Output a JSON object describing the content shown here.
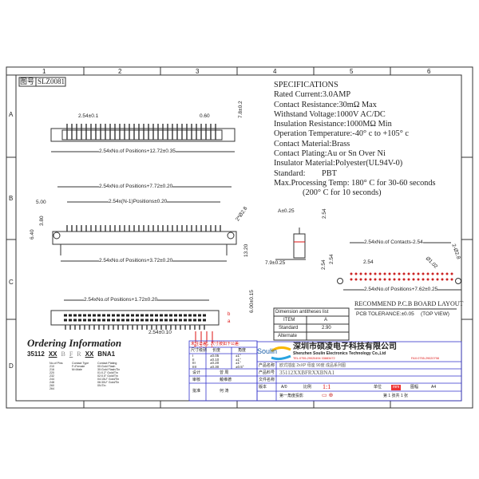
{
  "frame": {
    "columns": [
      "1",
      "2",
      "3",
      "4",
      "5",
      "6"
    ],
    "rows": [
      "A",
      "B",
      "C",
      "D"
    ],
    "drawing_no_label": "图号",
    "drawing_no": "SLZ0081"
  },
  "top_view": {
    "pitch": "2.54±0.1",
    "pin_width": "0.60",
    "height": "7.8±0.2",
    "length": "2.54xNo.of  Positions+12.72±0.35"
  },
  "front_view": {
    "overall": "2.54xNo.of  Positions+7.72±0.20",
    "pins_span": "2.54x(N-1)Positions±0.20",
    "offset": "5.00",
    "h1": "3.80",
    "h2": "6.40",
    "hole": "2*Ø2.8",
    "height": "13.20",
    "base": "2.54xNo.of  Positions+3.72±0.20"
  },
  "bottom_view": {
    "length": "2.54xNo.of  Positions+1.72±0.20",
    "depth": "6.00±0.15",
    "pitch": "2.54±0.10",
    "row_b": "b",
    "row_a": "a",
    "pin_numbers": [
      "4",
      "3",
      "2",
      "1"
    ]
  },
  "side_view": {
    "a_dim": "A±0.25",
    "pitch": "2.54",
    "width": "7.9±0.25"
  },
  "pcb": {
    "contacts": "2.54xNo.of  Contacts-2.54",
    "pitch_v1": "2.54",
    "pitch_v2": "2.54",
    "pitch_h": "2.54",
    "pin_hole": "Ø1.02",
    "mount_hole": "2-Ø2.8",
    "overall": "2.54xNo.of  Positions+7.62±0.25",
    "title": "RECOMMEND  P.C.B  BOARD  LAYOUT",
    "tolerance": "PCB  TOLERANCE:±0.05",
    "view": "(TOP  VIEW)"
  },
  "specs": {
    "title": "SPECIFICATIONS",
    "lines": [
      "Rated Current:3.0AMP",
      "Contact Resistance:30mΩ Max",
      "Withstand Voltage:1000V AC/DC",
      "Insulation Resistance:1000MΩ Min",
      "Operation Temperature:-40° c to +105° c",
      "Contact Material:Brass",
      "Contact Plating:Au or Sn Over Ni",
      "Insulator Material:Polyester(UL94V-0)",
      "Standard:        PBT",
      "Max.Processing Temp: 180° C for 30-60 seconds",
      "              (200° C for 10 seconds)"
    ]
  },
  "dim_table": {
    "title": "Dimension  antitheses  list",
    "rows": [
      [
        "ITEM",
        "A"
      ],
      [
        "Standard",
        "2.90"
      ],
      [
        "Alternate",
        ""
      ]
    ]
  },
  "ordering": {
    "title": "Ordering Information",
    "code": [
      "35112",
      "XX",
      "B",
      "F",
      "R",
      "XX",
      "BNA1"
    ],
    "pins_label": "No.of Pins",
    "pins": [
      "210",
      "216",
      "220",
      "232",
      "244",
      "248",
      "260",
      "264"
    ],
    "type_label": "Contact  Type",
    "types": [
      "F=Female",
      "M=Male"
    ],
    "plating_label": "Contact  Plating",
    "platings": [
      "00:Gold  Flash",
      "30:Gold  Flash/Tin",
      "01:0.2\" Gold/Tin",
      "02:0.5\" Gold/Tin",
      "04:15U\" Gold/Tin",
      "06:30U\" Gold/Tin",
      "0N:Tin"
    ]
  },
  "title_block": {
    "tol_header": "未注公差，尺寸按如下公差:",
    "tol_cols": [
      "尺寸级别",
      "长度",
      "角度"
    ],
    "tol_rows": [
      [
        "I",
        "±0.05",
        "±1°"
      ],
      [
        "II",
        "±0.10",
        "±1°"
      ],
      [
        "III",
        "±0.20",
        "±1°"
      ],
      [
        "IIII",
        "±0.30",
        "±0.5°"
      ]
    ],
    "signers": [
      [
        "设计",
        "曾 周"
      ],
      [
        "审核",
        "戴维德"
      ],
      [
        "批准",
        "何 涛"
      ]
    ],
    "logo": "Soulin",
    "company_cn": "深圳市硕凌电子科技有限公司",
    "company_en": "Shenzhen Soulin Electronics Technology Co.,Ltd",
    "tel": "TEL:0755-29020494 33883472",
    "fax": "FAX:0755-29020798",
    "product_name_label": "产品名称",
    "product_name": "欧式插座 2xXP 母座 90度 成品系列图",
    "part_no_label": "产品料号",
    "part_no": "35112XXBFRXXBNA1",
    "doc_label": "文件名称",
    "version_label": "版本",
    "version": "A/0",
    "scale_label": "比例",
    "scale": "1:1",
    "unit_label": "单位",
    "unit": "mm",
    "size_label": "图幅",
    "size": "A4",
    "projection_label": "第一角度投影",
    "sheet": "第 1 张共 1 张"
  }
}
